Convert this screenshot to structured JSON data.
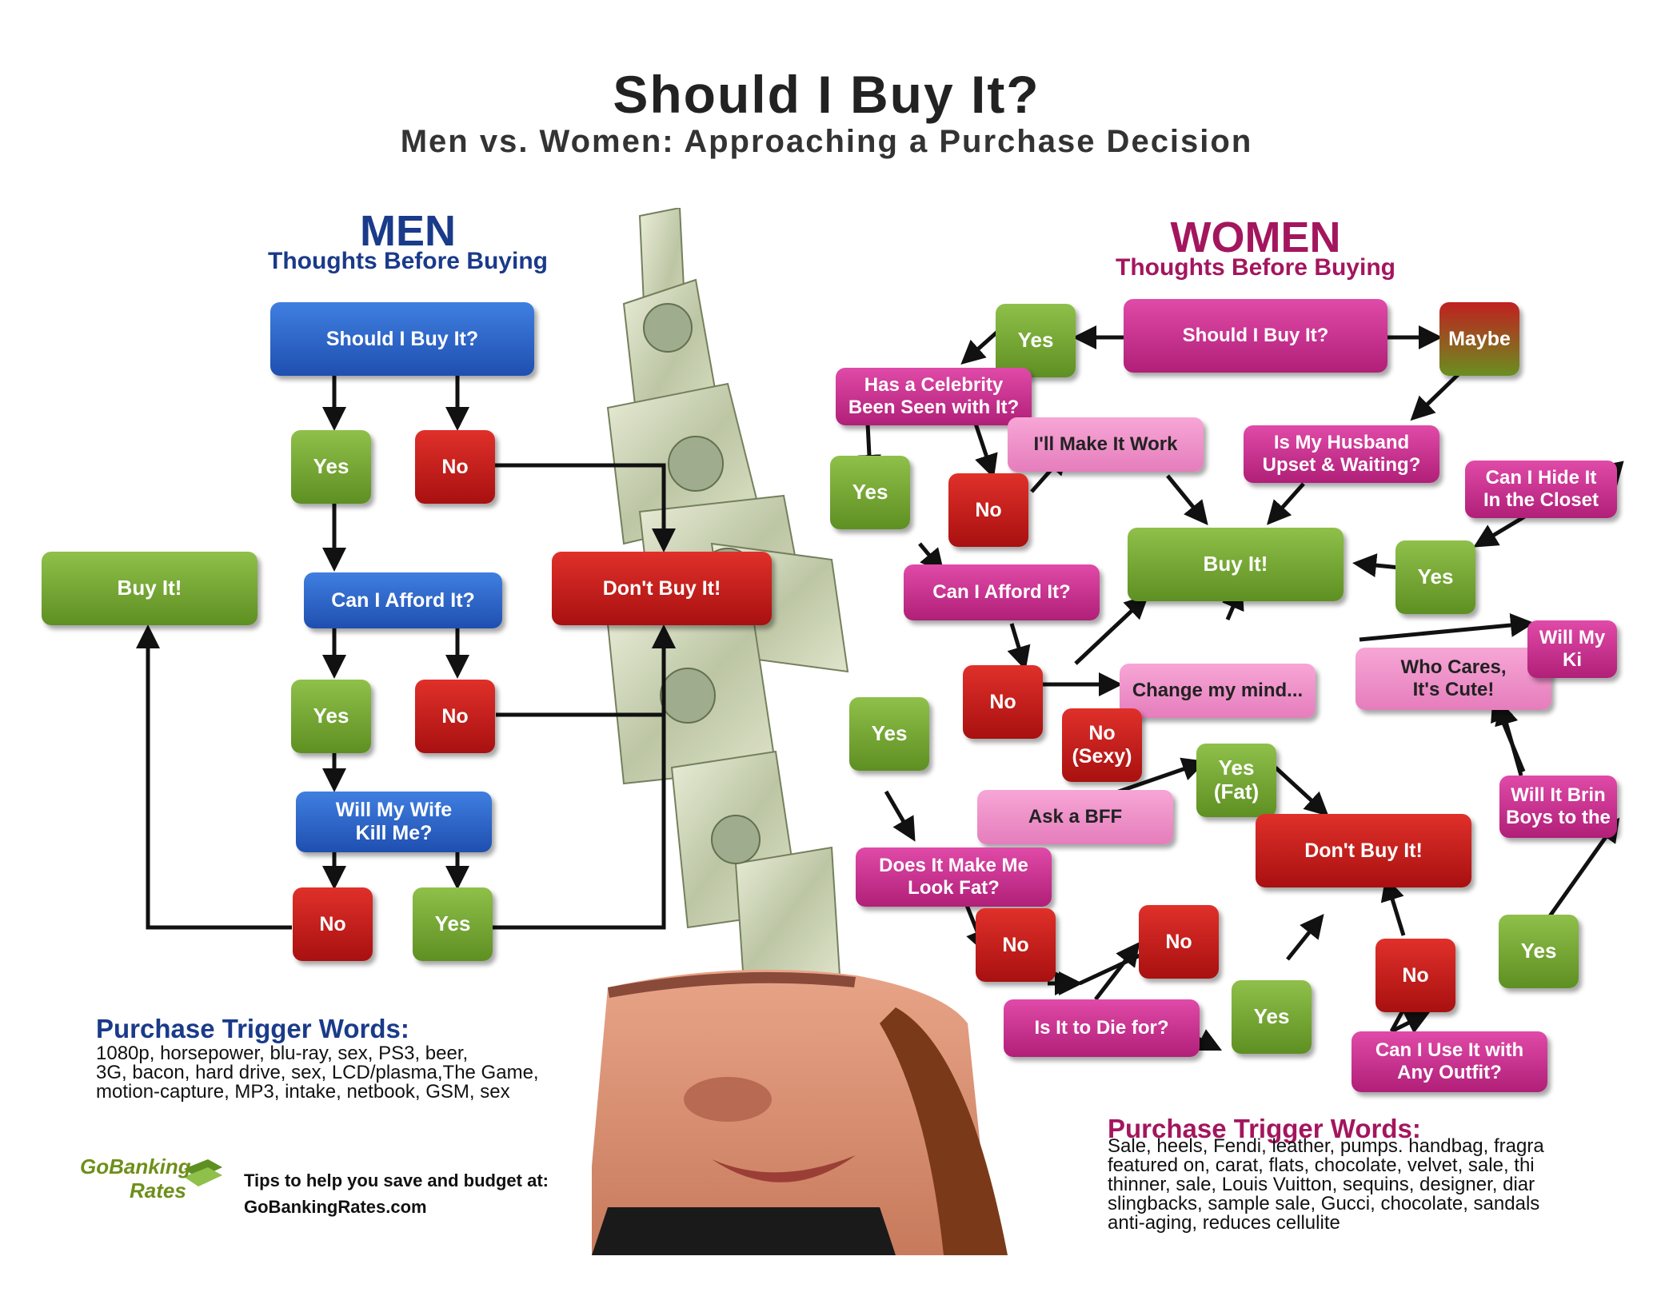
{
  "title": "Should I Buy It?",
  "subtitle": "Men vs. Women: Approaching a Purchase Decision",
  "men": {
    "title": "MEN",
    "subtitle": "Thoughts Before Buying",
    "nodes": {
      "should": "Should I Buy It?",
      "yes1": "Yes",
      "no1": "No",
      "afford": "Can I Afford It?",
      "yes2": "Yes",
      "no2": "No",
      "wife": "Will My Wife\nKill Me?",
      "no3": "No",
      "yes3": "Yes",
      "buy": "Buy It!",
      "dont": "Don't Buy It!"
    },
    "trigger_heading": "Purchase Trigger Words:",
    "trigger_lines": [
      "1080p, horsepower, blu-ray, sex, PS3, beer,",
      "3G, bacon, hard drive, sex, LCD/plasma,The Game,",
      "motion-capture, MP3, intake, netbook, GSM, sex"
    ]
  },
  "women": {
    "title": "WOMEN",
    "subtitle": "Thoughts Before Buying",
    "nodes": {
      "should": "Should I Buy It?",
      "yes_top": "Yes",
      "maybe": "Maybe",
      "celebrity": "Has a Celebrity\nBeen Seen with It?",
      "make_work": "I'll Make It Work",
      "husband": "Is My Husband\nUpset & Waiting?",
      "hide": "Can I Hide It\nIn the Closet",
      "yes_celeb": "Yes",
      "no_celeb": "No",
      "buy": "Buy It!",
      "yes_hide": "Yes",
      "afford": "Can I Afford It?",
      "no_afford": "No",
      "change": "Change my mind...",
      "who_cares": "Who Cares,\nIt's Cute!",
      "will_kill": "Will My\nKi",
      "yes_afford": "Yes",
      "no_sexy": "No\n(Sexy)",
      "yes_fat": "Yes\n(Fat)",
      "ask_bff": "Ask a BFF",
      "will_bring": "Will It Brin\nBoys to the",
      "fat": "Does It Make Me\nLook Fat?",
      "dont": "Don't Buy It!",
      "no_fat": "No",
      "no_die": "No",
      "no_outfit": "No",
      "yes_boys": "Yes",
      "die": "Is It to Die for?",
      "yes_die": "Yes",
      "outfit": "Can I Use It with\nAny Outfit?"
    },
    "trigger_heading": "Purchase Trigger Words:",
    "trigger_lines": [
      "Sale, heels, Fendi, leather, pumps. handbag, fragra",
      "featured on, carat, flats, chocolate, velvet, sale, thi",
      "thinner, sale, Louis Vuitton, sequins, designer, diar",
      "slingbacks, sample sale, Gucci, chocolate, sandals",
      "anti-aging, reduces cellulite"
    ]
  },
  "footer": {
    "logo_line1": "GoBanking",
    "logo_line2": "Rates",
    "tips_line1": "Tips to help you save and budget at:",
    "tips_line2": "GoBankingRates.com"
  },
  "colors": {
    "men_accent": "#1a3a8a",
    "women_accent": "#a3165e",
    "yes_green": "#6e9e2c",
    "no_red": "#c01818",
    "question_blue": "#2a5fc4",
    "question_pink": "#c92e8e"
  }
}
